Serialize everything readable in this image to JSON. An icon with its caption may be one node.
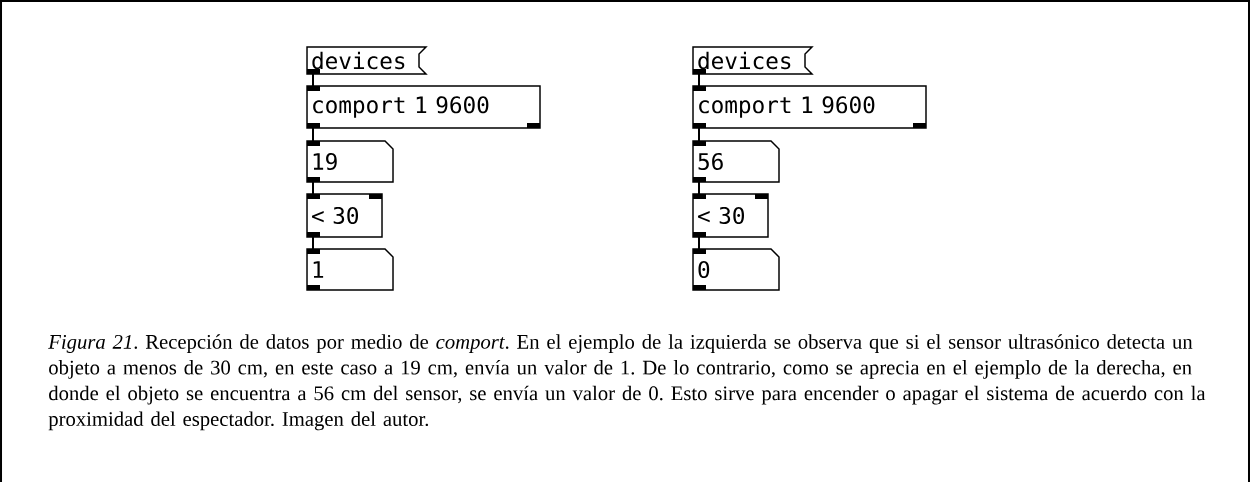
{
  "diagram": {
    "caption": "*Figura 21*. Recepción de datos por medio de *comport*. En el ejemplo de la izquierda se observa que si el sensor ultrasónico detecta un objeto a menos de 30 cm, en este caso a 19 cm, envía un valor de 1. De lo contrario, como se aprecia en el ejemplo de la derecha, en donde el objeto se encuentra a 56 cm del sensor, se envía un valor de 0. Esto sirve para encender o apagar el sistema de acuerdo con la proximidad del espectador. Imagen del autor.",
    "nodes": [
      {
        "text": [
          "devices"
        ]
      },
      {
        "text": [
          "comport 1 9600"
        ]
      },
      {
        "text": [
          "19"
        ]
      },
      {
        "text": [
          "< 30"
        ]
      },
      {
        "text": [
          "1"
        ]
      },
      {
        "text": [
          "devices"
        ]
      },
      {
        "text": [
          "comport 1 9600"
        ]
      },
      {
        "text": [
          "56"
        ]
      },
      {
        "text": [
          "< 30"
        ]
      },
      {
        "text": [
          "0"
        ]
      }
    ],
    "edges": [
      {
        "from": 0,
        "to": 1,
        "arrow": "none"
      },
      {
        "from": 1,
        "to": 2,
        "arrow": "none"
      },
      {
        "from": 2,
        "to": 3,
        "arrow": "none"
      },
      {
        "from": 3,
        "to": 4,
        "arrow": "none"
      },
      {
        "from": 5,
        "to": 6,
        "arrow": "none"
      },
      {
        "from": 6,
        "to": 7,
        "arrow": "none"
      },
      {
        "from": 7,
        "to": 8,
        "arrow": "none"
      },
      {
        "from": 8,
        "to": 9,
        "arrow": "none"
      }
    ]
  }
}
